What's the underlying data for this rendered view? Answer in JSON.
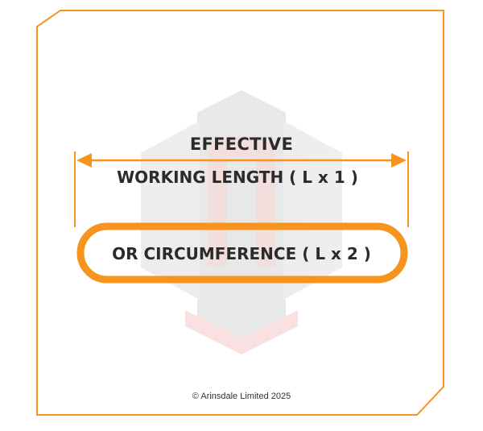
{
  "diagram": {
    "top_line": "EFFECTIVE",
    "working_length_label": "WORKING LENGTH ( L x 1 )",
    "circumference_label": "OR CIRCUMFERENCE ( L x 2 )"
  },
  "footer": {
    "copyright": "© Arinsdale Limited 2025"
  },
  "colors": {
    "accent_orange": "#f7941d",
    "text_dark": "#2b2b2b",
    "watermark_grey": "#e4e4e4",
    "watermark_pink": "#f8d8d8"
  },
  "icons": {
    "watermark": "arinsdale-logo-watermark",
    "arrows": "double-headed-arrow"
  }
}
